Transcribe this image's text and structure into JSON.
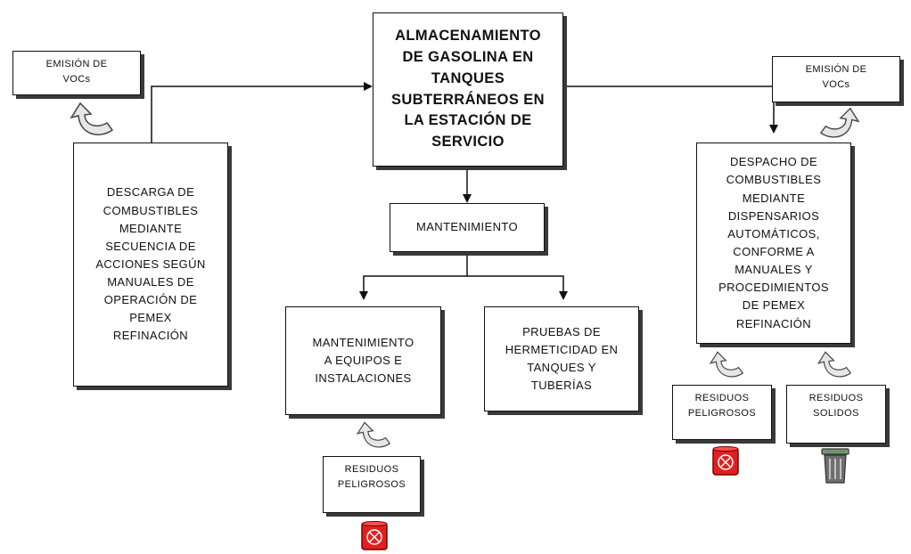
{
  "main_box": "ALMACENAMIENTO\nDE GASOLINA EN\nTANQUES\nSUBTERRÁNEOS EN\nLA ESTACIÓN DE\nSERVICIO",
  "left": {
    "emission": "EMISIÓN DE\nVOCs",
    "process": "DESCARGA DE\nCOMBUSTIBLES\nMEDIANTE\nSECUENCIA DE\nACCIONES SEGÚN\nMANUALES DE\nOPERACIÓN DE\nPEMEX\nREFINACIÓN"
  },
  "right": {
    "emission": "EMISIÓN DE\nVOCs",
    "process": "DESPACHO DE\nCOMBUSTIBLES\nMEDIANTE\nDISPENSARIOS\nAUTOMÁTICOS,\nCONFORME A\nMANUALES Y\nPROCEDIMIENTOS\nDE PEMEX\nREFINACIÓN",
    "residue_hazardous": "RESIDUOS\nPELIGROSOS",
    "residue_solid": "RESIDUOS\nSOLIDOS"
  },
  "center": {
    "maintenance": "MANTENIMIENTO",
    "maintenance_equipment": "MANTENIMIENTO\nA EQUIPOS E\nINSTALACIONES",
    "tightness_tests": "PRUEBAS DE\nHERMETICIDAD EN\nTANQUES Y\nTUBERÍAS",
    "residue_hazardous": "RESIDUOS\nPELIGROSOS"
  },
  "icons": {
    "emission_arrow": "curved-arrow-icon",
    "hazardous_container": "hazardous-barrel-icon",
    "solid_container": "trash-bin-icon"
  },
  "colors": {
    "barrel_red": "#e02020",
    "bin_gray": "#6f6f6f"
  }
}
